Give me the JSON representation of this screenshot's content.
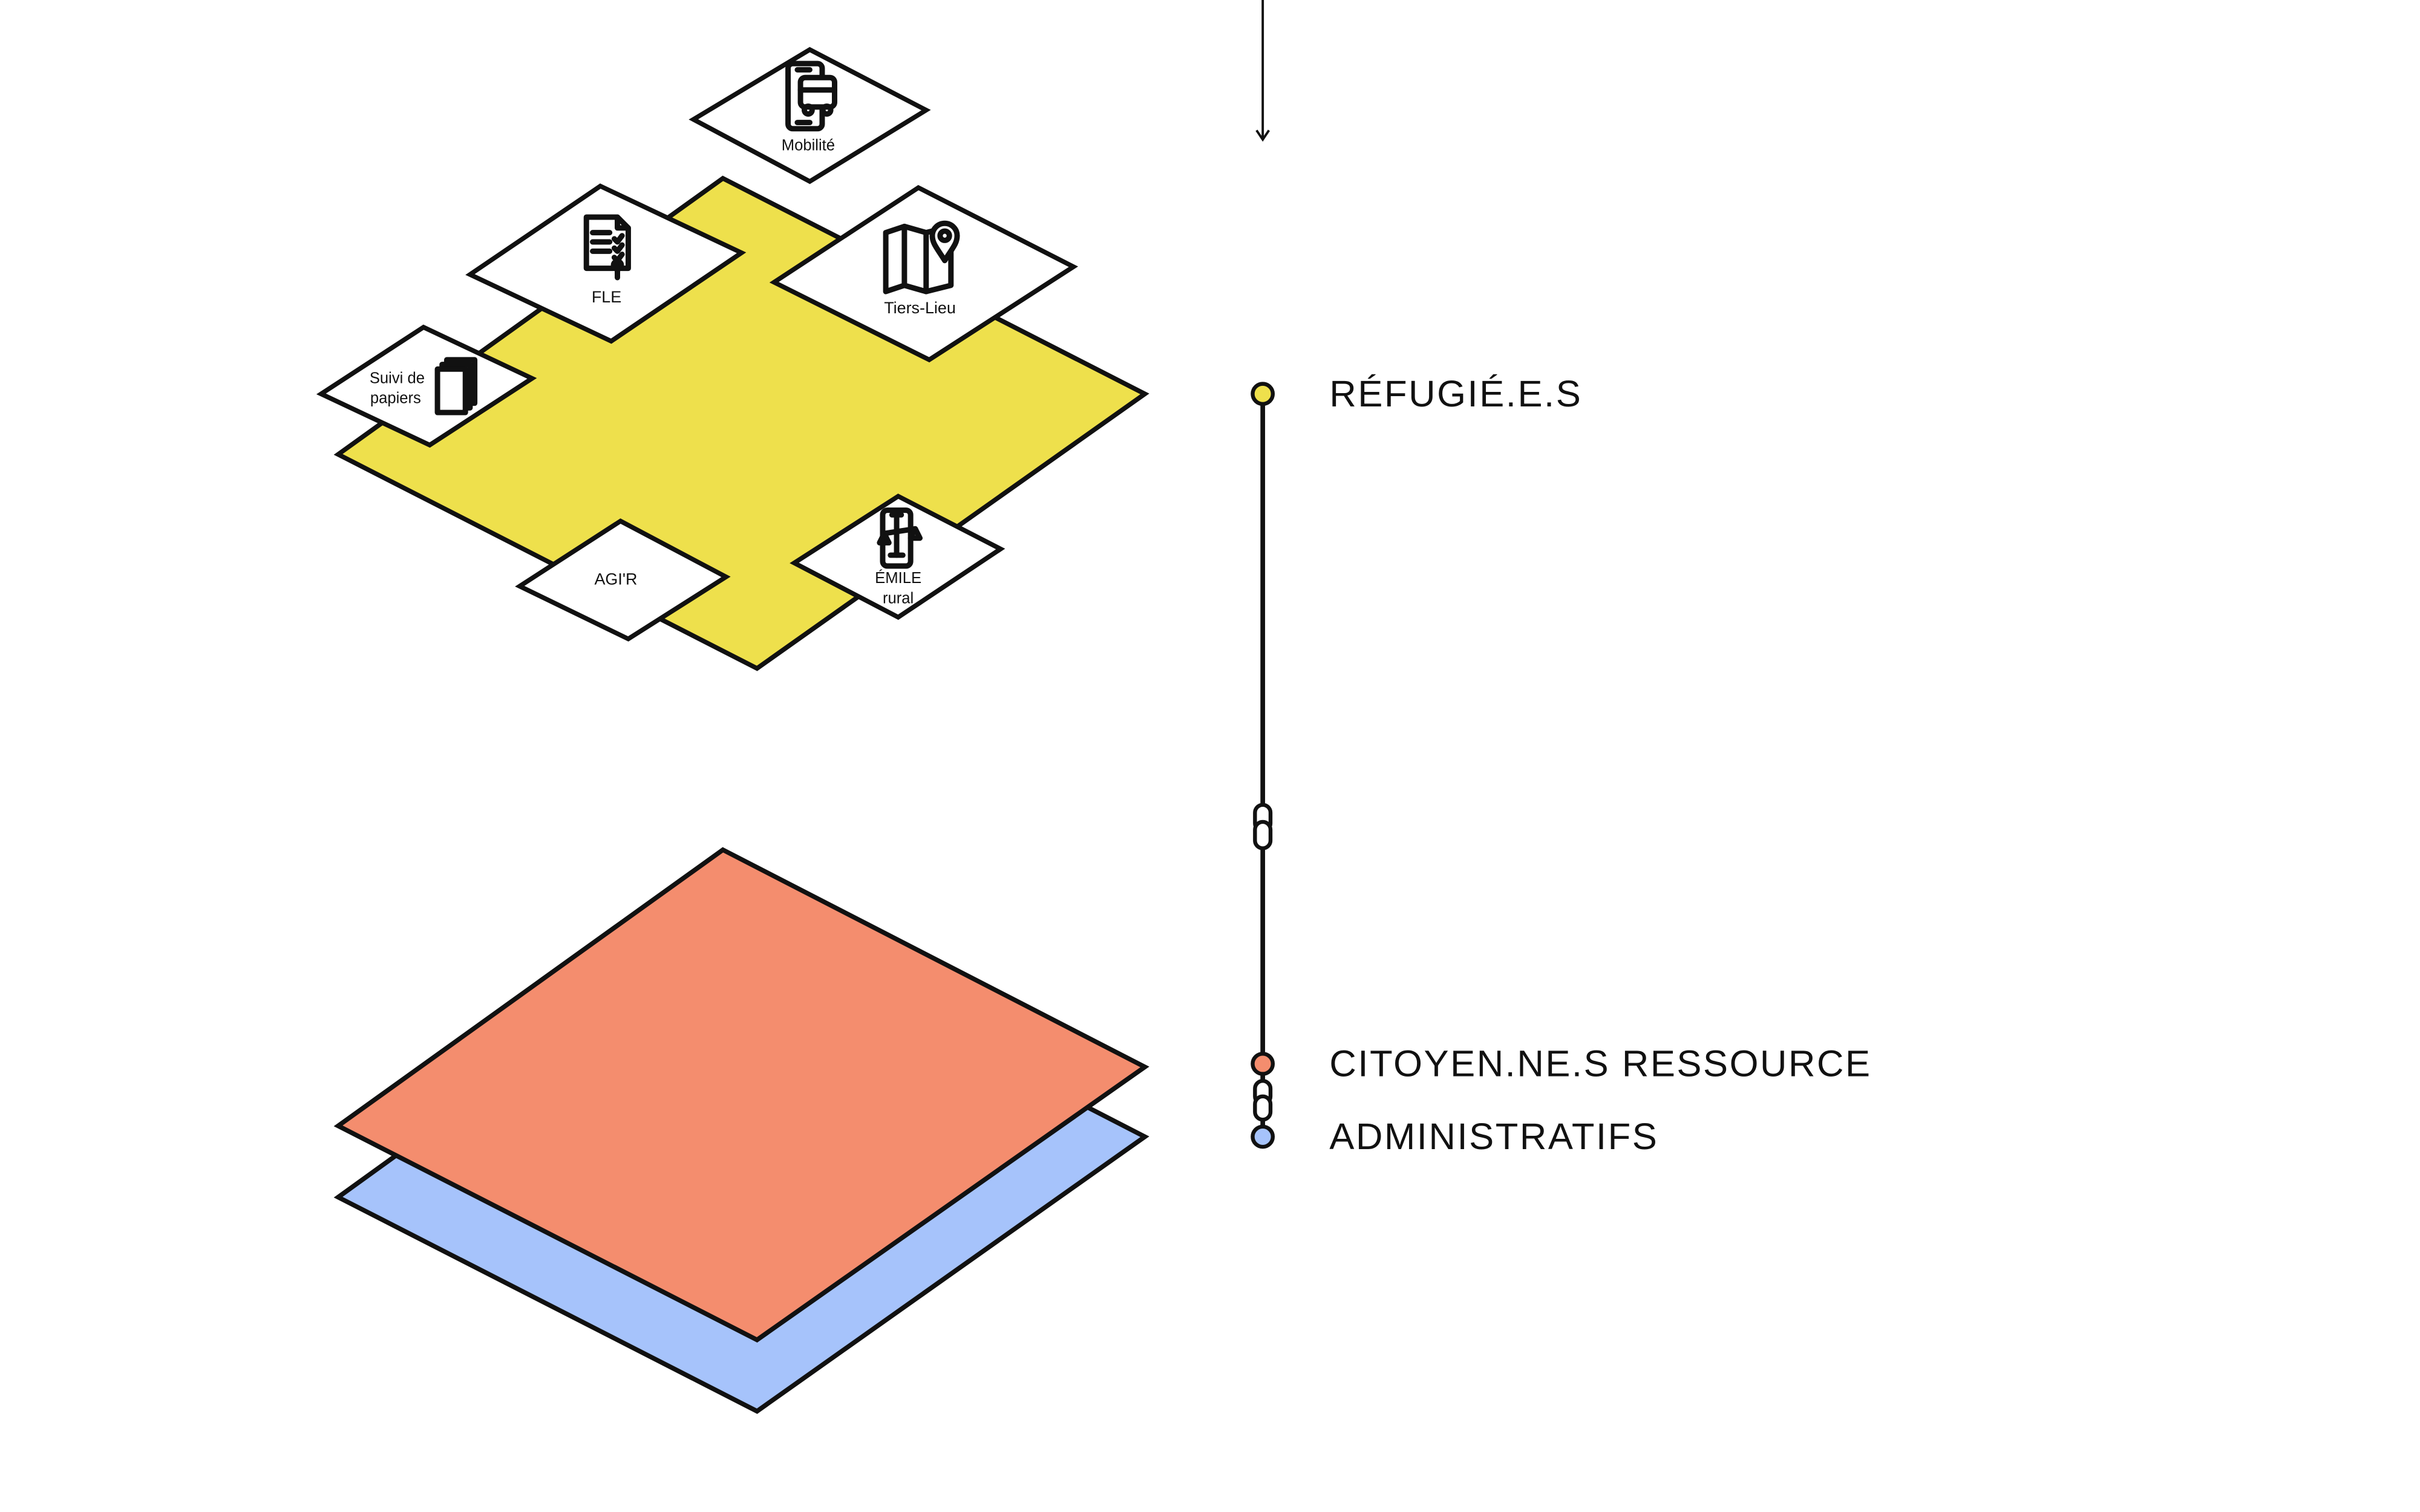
{
  "layers": [
    {
      "id": "refugies",
      "label": "RÉFUGIÉ.E.S",
      "color": "#EEE04C"
    },
    {
      "id": "citoyens",
      "label": "CITOYEN.NE.S RESSOURCE",
      "color": "#F48D6E"
    },
    {
      "id": "administratifs",
      "label": "ADMINISTRATIFS",
      "color": "#A6C3FB"
    }
  ],
  "tiles": {
    "mobilite": {
      "label": "Mobilité",
      "icon": "phone-bus-icon"
    },
    "fle": {
      "label": "FLE",
      "icon": "document-checklist-icon"
    },
    "tiers_lieu": {
      "label": "Tiers-Lieu",
      "icon": "map-pin-icon"
    },
    "suivi": {
      "label_line1": "Suivi de",
      "label_line2": "papiers",
      "icon": "papers-icon"
    },
    "agir": {
      "label": "AGI'R"
    },
    "emile": {
      "label_line1": "ÉMILE",
      "label_line2": "rural",
      "icon": "phone-scales-icon"
    }
  },
  "connectors": [
    "arrow-down-icon",
    "chain-link-icon"
  ]
}
